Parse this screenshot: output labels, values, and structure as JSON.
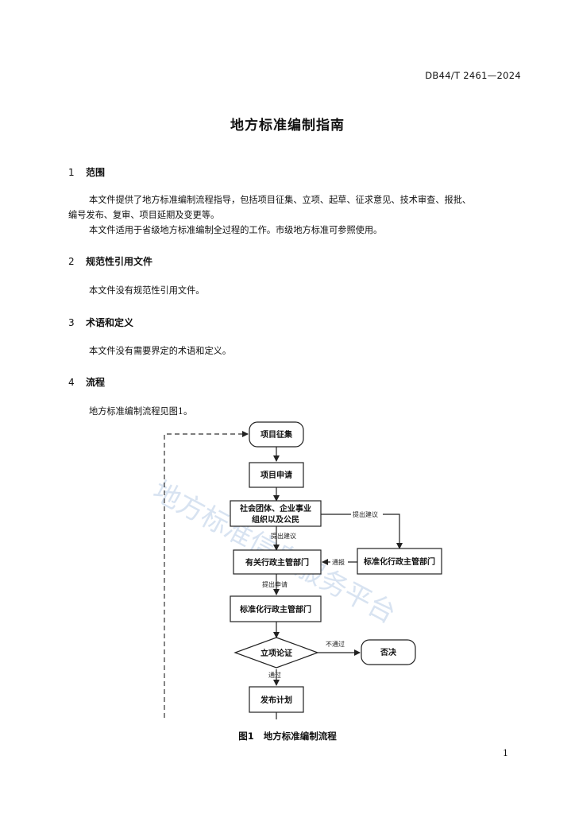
{
  "header": {
    "doc_code": "DB44/T 2461—2024"
  },
  "title": "地方标准编制指南",
  "sections": [
    {
      "number": "1",
      "heading": "范围",
      "paragraphs": [
        "本文件提供了地方标准编制流程指导，包括项目征集、立项、起草、征求意见、技术审查、报批、",
        "编号发布、复审、项目延期及变更等。",
        "本文件适用于省级地方标准编制全过程的工作。市级地方标准可参照使用。"
      ]
    },
    {
      "number": "2",
      "heading": "规范性引用文件",
      "paragraphs": [
        "本文件没有规范性引用文件。"
      ]
    },
    {
      "number": "3",
      "heading": "术语和定义",
      "paragraphs": [
        "本文件没有需要界定的术语和定义。"
      ]
    },
    {
      "number": "4",
      "heading": "流程",
      "paragraphs": [
        "地方标准编制流程见图1。"
      ]
    }
  ],
  "flowchart": {
    "nodes": {
      "collect": "项目征集",
      "apply": "项目申请",
      "social_line1": "社会团体、企业事业",
      "social_line2": "组织以及公民",
      "admin": "有关行政主管部门",
      "std_admin_right": "标准化行政主管部门",
      "std_admin": "标准化行政主管部门",
      "decision": "立项论证",
      "reject": "否决",
      "publish_plan": "发布计划"
    },
    "edges": {
      "propose_right": "提出建议",
      "propose_down": "提出建议",
      "report": "通报",
      "submit": "提出申请",
      "fail": "不通过",
      "pass": "通过"
    },
    "watermark": "地方标准信息服务平台"
  },
  "figure_caption": {
    "number": "图1",
    "title": "地方标准编制流程"
  },
  "page_number": "1"
}
